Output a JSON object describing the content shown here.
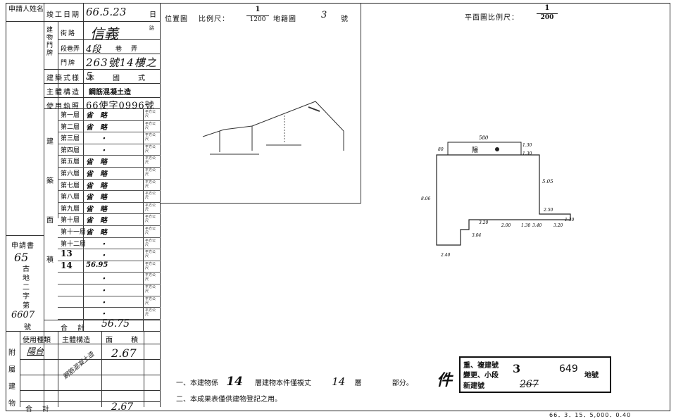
{
  "header": {
    "applicant_label": "申請人姓名",
    "completion_date_label": "竣工日期",
    "completion_date_value": "66.5.23",
    "completion_date_suffix": "日",
    "location_map_label": "位置圖",
    "scale_label": "比例尺：",
    "location_scale_num": "1",
    "location_scale_den": "1200",
    "map_sheet_label": "地籍圖",
    "map_sheet_value": "3",
    "map_sheet_suffix": "號",
    "plan_scale_label": "平面圖比例尺：",
    "plan_scale_num": "1",
    "plan_scale_den": "200"
  },
  "address": {
    "section_label": "建物門牌",
    "street_label": "街路",
    "street_value": "信義",
    "street_suffix": "路",
    "lane_label": "段巷弄",
    "lane_value": "4段",
    "lane_suffix": "巷　弄",
    "number_label": "門牌",
    "number_value": "263號14樓之5"
  },
  "building_info": {
    "style_label": "建築式樣",
    "style_value": "本　　國　　式",
    "structure_label": "主體構造",
    "structure_value": "鋼筋混凝土造",
    "license_label": "使用執照",
    "license_value": "66使字0996號"
  },
  "floors": {
    "section_label": "建　築　面　積",
    "unit_label": "平方公尺",
    "rows": [
      {
        "floor": "第一層",
        "value": "省　略"
      },
      {
        "floor": "第二層",
        "value": "省　略"
      },
      {
        "floor": "第三層",
        "value": "　　・"
      },
      {
        "floor": "第四層",
        "value": "　　・"
      },
      {
        "floor": "第五層",
        "value": "省　略"
      },
      {
        "floor": "第六層",
        "value": "省　略"
      },
      {
        "floor": "第七層",
        "value": "省　略"
      },
      {
        "floor": "第八層",
        "value": "省　略"
      },
      {
        "floor": "第九層",
        "value": "省　略"
      },
      {
        "floor": "第十層",
        "value": "省　略"
      },
      {
        "floor": "第十一層",
        "value": "省　略"
      },
      {
        "floor": "第十二層",
        "value": "　　・"
      },
      {
        "floor": "13",
        "value": "　　・"
      },
      {
        "floor": "14",
        "value": "56.95"
      },
      {
        "floor": "",
        "value": "　　・"
      },
      {
        "floor": "",
        "value": "　　・"
      },
      {
        "floor": "",
        "value": "　　・"
      },
      {
        "floor": "",
        "value": "　　・"
      }
    ],
    "total_label": "合　計",
    "total_value": "56.75"
  },
  "left_column": {
    "applicant_doc": "申請書",
    "number": "65",
    "land_label": "古地二字第",
    "land_number": "6607",
    "land_suffix": "號"
  },
  "attached": {
    "section_label": "附屬建物",
    "col_use": "使用種類",
    "col_struct": "主體構造",
    "col_area": "面　　積",
    "use_value": "陽台",
    "struct_value": "鋼筋混凝土造",
    "area_value": "2.67",
    "total_label": "合　計",
    "total_value": "2.67"
  },
  "plan": {
    "dims": [
      "580",
      "1.30",
      "1.30",
      "5.05",
      "8.06",
      "3.20",
      "2.00",
      "1.30",
      "2.50",
      "3.20",
      "1.30",
      "2.40",
      "3.04",
      "3.40",
      "80"
    ],
    "balcony_label": "陽"
  },
  "footnotes": {
    "line1_prefix": "一、本建物係",
    "line1_floors": "14",
    "line1_middle": "層建物本件僅複丈",
    "line1_floor": "14",
    "line1_suffix": "層",
    "line1_end": "部分。",
    "line2": "二、本成果表僅供建物登記之用。"
  },
  "stamp": {
    "line1": "重、複建號",
    "line2": "變更、小段",
    "line3": "新建號",
    "section_no": "3",
    "lot_no": "649",
    "lot_suffix": "地號",
    "building_no": "267",
    "left_char": "件"
  },
  "bottom_ref": "66．3．15．5,000．0.40"
}
